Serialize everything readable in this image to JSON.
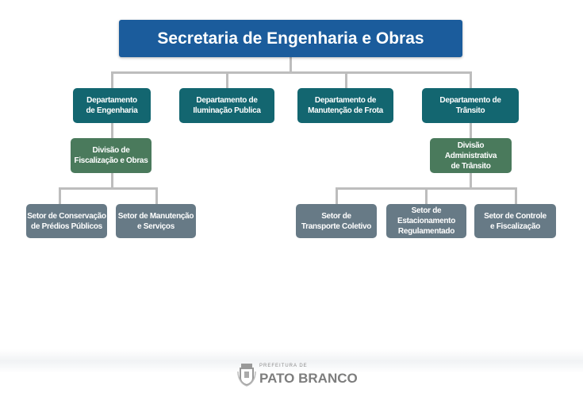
{
  "title": "Secretaria de Engenharia e Obras",
  "departments": [
    "Departamento\nde Engenharia",
    "Departamento de\nIluminação Publica",
    "Departamento de\nManutenção de Frota",
    "Departamento de\nTrânsito"
  ],
  "divisions": [
    "Divisão de\nFiscalização e Obras",
    "Divisão\nAdministrativa\nde Trânsito"
  ],
  "sectors": [
    "Setor de Conservação\nde Prédios Públicos",
    "Setor de Manutenção\ne Serviços",
    "Setor de\nTransporte Coletivo",
    "Setor de\nEstacionamento\nRegulamentado",
    "Setor de Controle\ne Fiscalização"
  ],
  "footer": {
    "logo_small": "PREFEITURA DE",
    "logo_big": "PATO BRANCO"
  },
  "colors": {
    "top": "#1b5c9c",
    "department": "#136670",
    "division": "#4a7a5c",
    "sector": "#677a86",
    "connector": "#bdbdbd"
  }
}
